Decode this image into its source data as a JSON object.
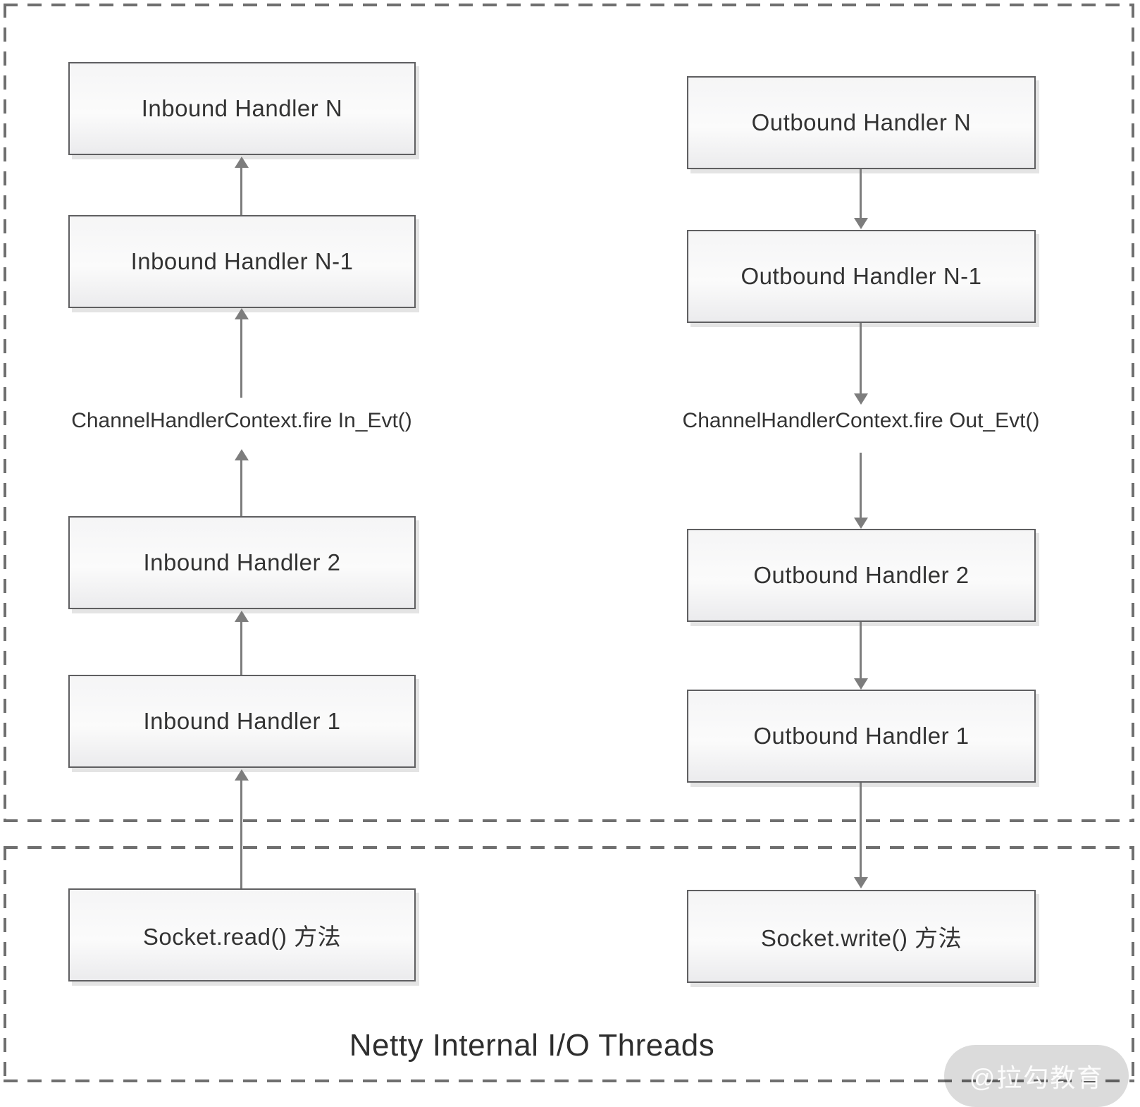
{
  "title": "Netty Internal I/O Threads",
  "watermark": "@拉勾教育",
  "inbound": {
    "fire_label": "ChannelHandlerContext.fire In_Evt()",
    "boxes": [
      "Inbound Handler N",
      "Inbound Handler N-1",
      "Inbound Handler 2",
      "Inbound Handler 1",
      "Socket.read() 方法"
    ]
  },
  "outbound": {
    "fire_label": "ChannelHandlerContext.fire Out_Evt()",
    "boxes": [
      "Outbound Handler N",
      "Outbound Handler N-1",
      "Outbound Handler 2",
      "Outbound Handler 1",
      "Socket.write() 方法"
    ]
  },
  "colors": {
    "box_border": "#5f5f61",
    "box_fill_top": "#f5f5f6",
    "box_fill_bottom": "#ebebed",
    "arrow": "#7d7d7d",
    "dashed_border": "#6f6f6f",
    "text": "#333333",
    "watermark_text": "#ffffff"
  }
}
